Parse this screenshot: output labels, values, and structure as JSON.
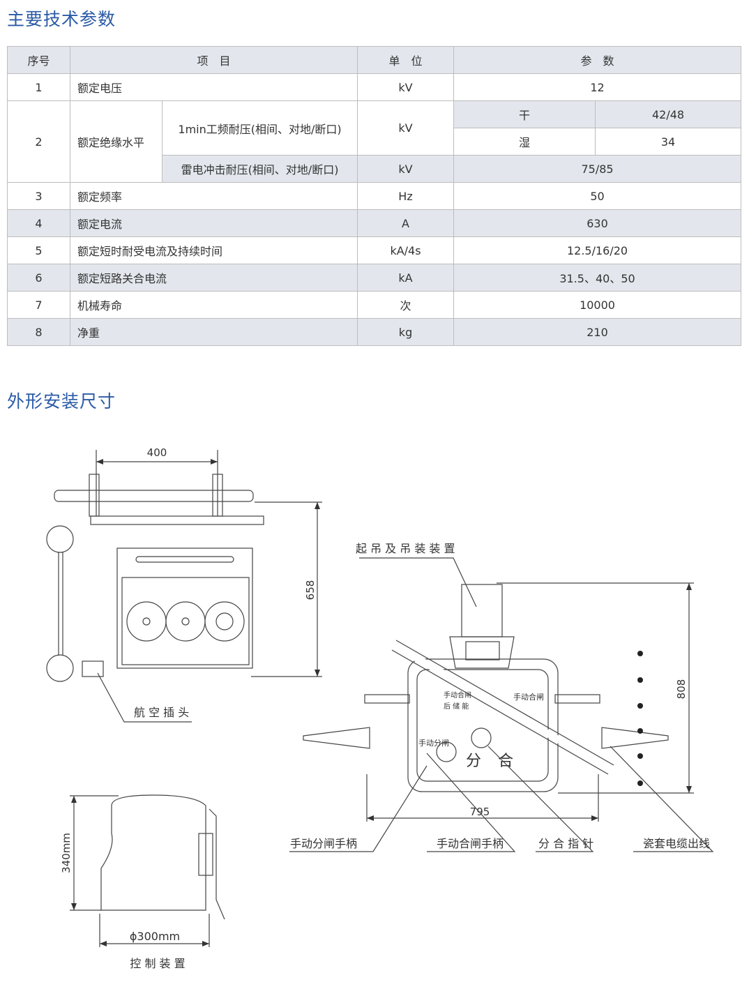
{
  "section1_title": "主要技术参数",
  "section2_title": "外形安装尺寸",
  "table": {
    "headers": {
      "no": "序号",
      "item": "项　目",
      "unit": "单　位",
      "value": "参　数"
    },
    "rows": [
      {
        "no": "1",
        "item": "额定电压",
        "unit": "kV",
        "value": "12"
      },
      {
        "no": "2",
        "item": "额定绝缘水平",
        "sub1": "1min工频耐压(相间、对地/断口)",
        "unit1": "kV",
        "dry_label": "干",
        "dry_value": "42/48",
        "wet_label": "湿",
        "wet_value": "34",
        "sub2": "雷电冲击耐压(相间、对地/断口)",
        "unit2": "kV",
        "value2": "75/85"
      },
      {
        "no": "3",
        "item": "额定频率",
        "unit": "Hz",
        "value": "50"
      },
      {
        "no": "4",
        "item": "额定电流",
        "unit": "A",
        "value": "630"
      },
      {
        "no": "5",
        "item": "额定短时耐受电流及持续时间",
        "unit": "kA/4s",
        "value": "12.5/16/20"
      },
      {
        "no": "6",
        "item": "额定短路关合电流",
        "unit": "kA",
        "value": "31.5、40、50"
      },
      {
        "no": "7",
        "item": "机械寿命",
        "unit": "次",
        "value": "10000"
      },
      {
        "no": "8",
        "item": "净重",
        "unit": "kg",
        "value": "210"
      }
    ]
  },
  "drawing": {
    "dim_400": "400",
    "dim_658": "658",
    "aviation_plug": "航 空 插 头",
    "lifting_device": "起 吊 及 吊 装 装 置",
    "dim_808": "808",
    "dim_795": "795",
    "manual_open_handle": "手动分闸手柄",
    "manual_close_handle": "手动合闸手柄",
    "position_pointer": "分 合 指 针",
    "bushing_cable": "瓷套电缆出线",
    "panel_close_store": "手动合闸",
    "panel_close_store2": "后 储 能",
    "panel_close": "手动合闸",
    "panel_open": "手动分闸",
    "open_char": "分",
    "close_char": "合",
    "dim_340": "340mm",
    "dim_300": "ϕ300mm",
    "control_device": "控 制 装 置"
  }
}
